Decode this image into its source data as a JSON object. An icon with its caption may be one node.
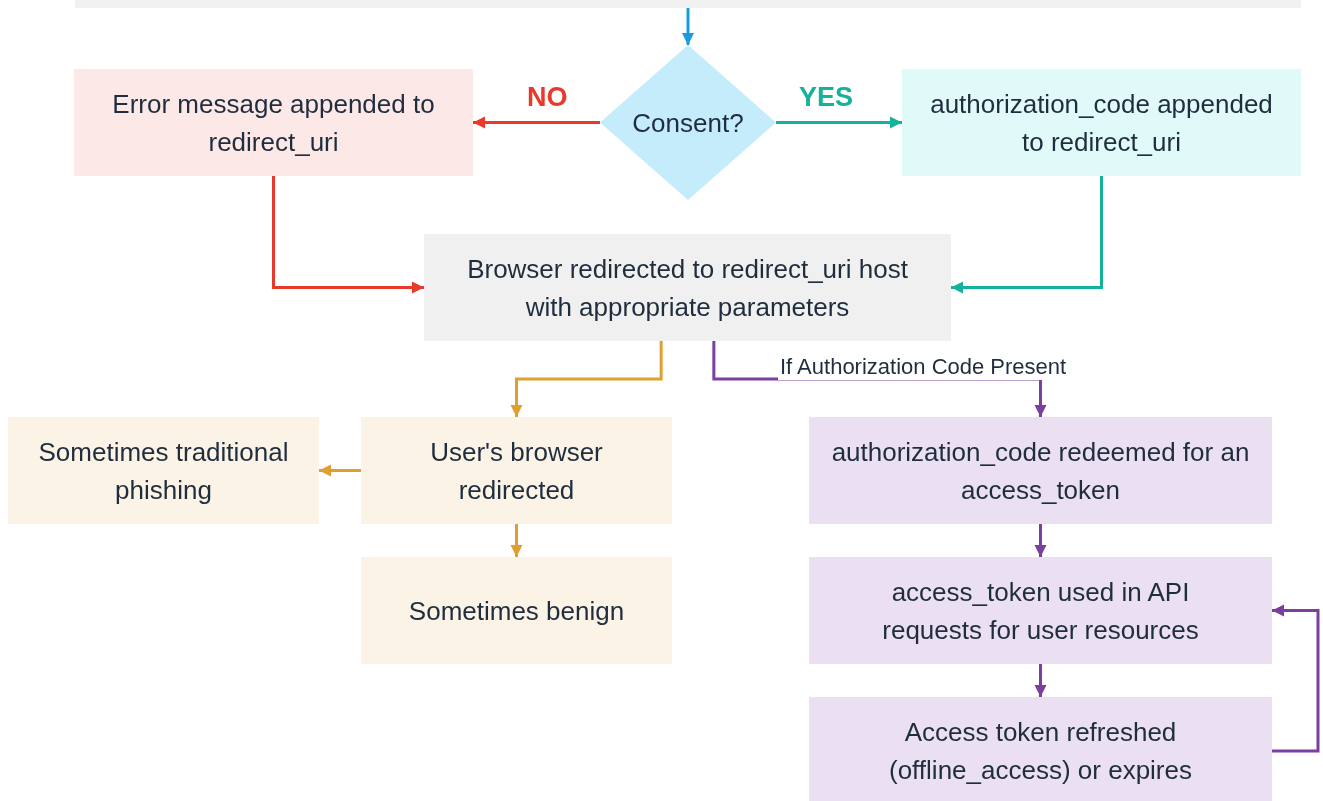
{
  "diagram": {
    "nodes": [
      {
        "text": [],
        "shape": "box"
      },
      {
        "text": [
          "Consent?"
        ]
      },
      {
        "text": [
          "Error message appended to redirect_uri"
        ]
      },
      {
        "text": [
          "authorization_code appended to redirect_uri"
        ]
      },
      {
        "text": [
          "Browser redirected to redirect_uri host with appropriate parameters"
        ]
      },
      {
        "text": [
          "User's browser redirected"
        ]
      },
      {
        "text": [
          "Sometimes traditional phishing"
        ]
      },
      {
        "text": [
          "Sometimes benign"
        ]
      },
      {
        "text": [
          "authorization_code redeemed for an access_token"
        ]
      },
      {
        "text": [
          "access_token used in API requests for user resources"
        ]
      },
      {
        "text": [
          "Access token refreshed (offline_access) or expires"
        ]
      }
    ],
    "edges": [
      {
        "from": 0,
        "to": 1,
        "arrow": "to",
        "color": "#1a9be0"
      },
      {
        "from": 1,
        "to": 2,
        "arrow": "to",
        "label": "NO",
        "color": "#e8392b"
      },
      {
        "from": 1,
        "to": 3,
        "arrow": "to",
        "label": "YES",
        "color": "#14b29a"
      },
      {
        "from": 2,
        "to": 4,
        "arrow": "to",
        "color": "#e8392b"
      },
      {
        "from": 3,
        "to": 4,
        "arrow": "to",
        "color": "#14b29a"
      },
      {
        "from": 4,
        "to": 5,
        "arrow": "to",
        "color": "#e0a030"
      },
      {
        "from": 5,
        "to": 6,
        "arrow": "to",
        "color": "#e0a030"
      },
      {
        "from": 5,
        "to": 7,
        "arrow": "to",
        "color": "#e0a030"
      },
      {
        "from": 4,
        "to": 8,
        "arrow": "to",
        "label": "If Authorization Code Present",
        "color": "#7b3fa0"
      },
      {
        "from": 8,
        "to": 9,
        "arrow": "to",
        "color": "#7b3fa0"
      },
      {
        "from": 9,
        "to": 10,
        "arrow": "to",
        "color": "#7b3fa0"
      },
      {
        "from": 10,
        "to": 9,
        "arrow": "to",
        "color": "#7b3fa0"
      }
    ]
  }
}
